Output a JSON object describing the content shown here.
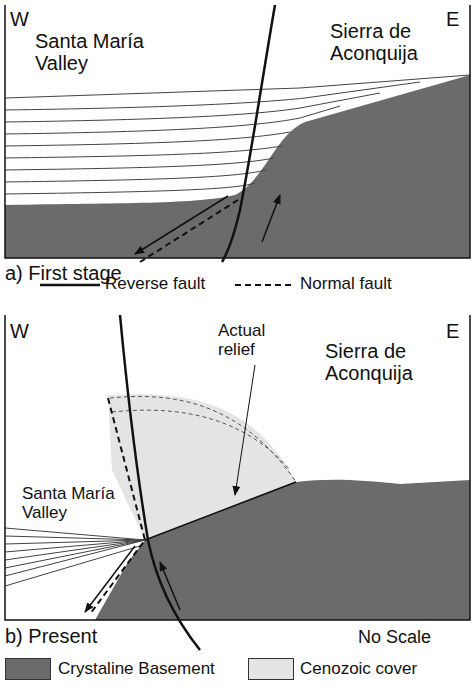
{
  "diagram": {
    "labels": [
      "W",
      "E",
      "Santa María Valley",
      "Sierra de Aconquija",
      "a) First stage",
      "W",
      "E",
      "Actual relief",
      "Sierra de Aconquija",
      "Santa María Valley",
      "b) Present",
      "No Scale"
    ],
    "legend": [
      {
        "text": "Reverse fault"
      },
      {
        "text": "Normal fault"
      },
      {
        "text": "Crystaline Basement",
        "color": "#6b6b6b"
      },
      {
        "text": "Cenozoic cover",
        "color": "#e4e4e4"
      }
    ]
  }
}
